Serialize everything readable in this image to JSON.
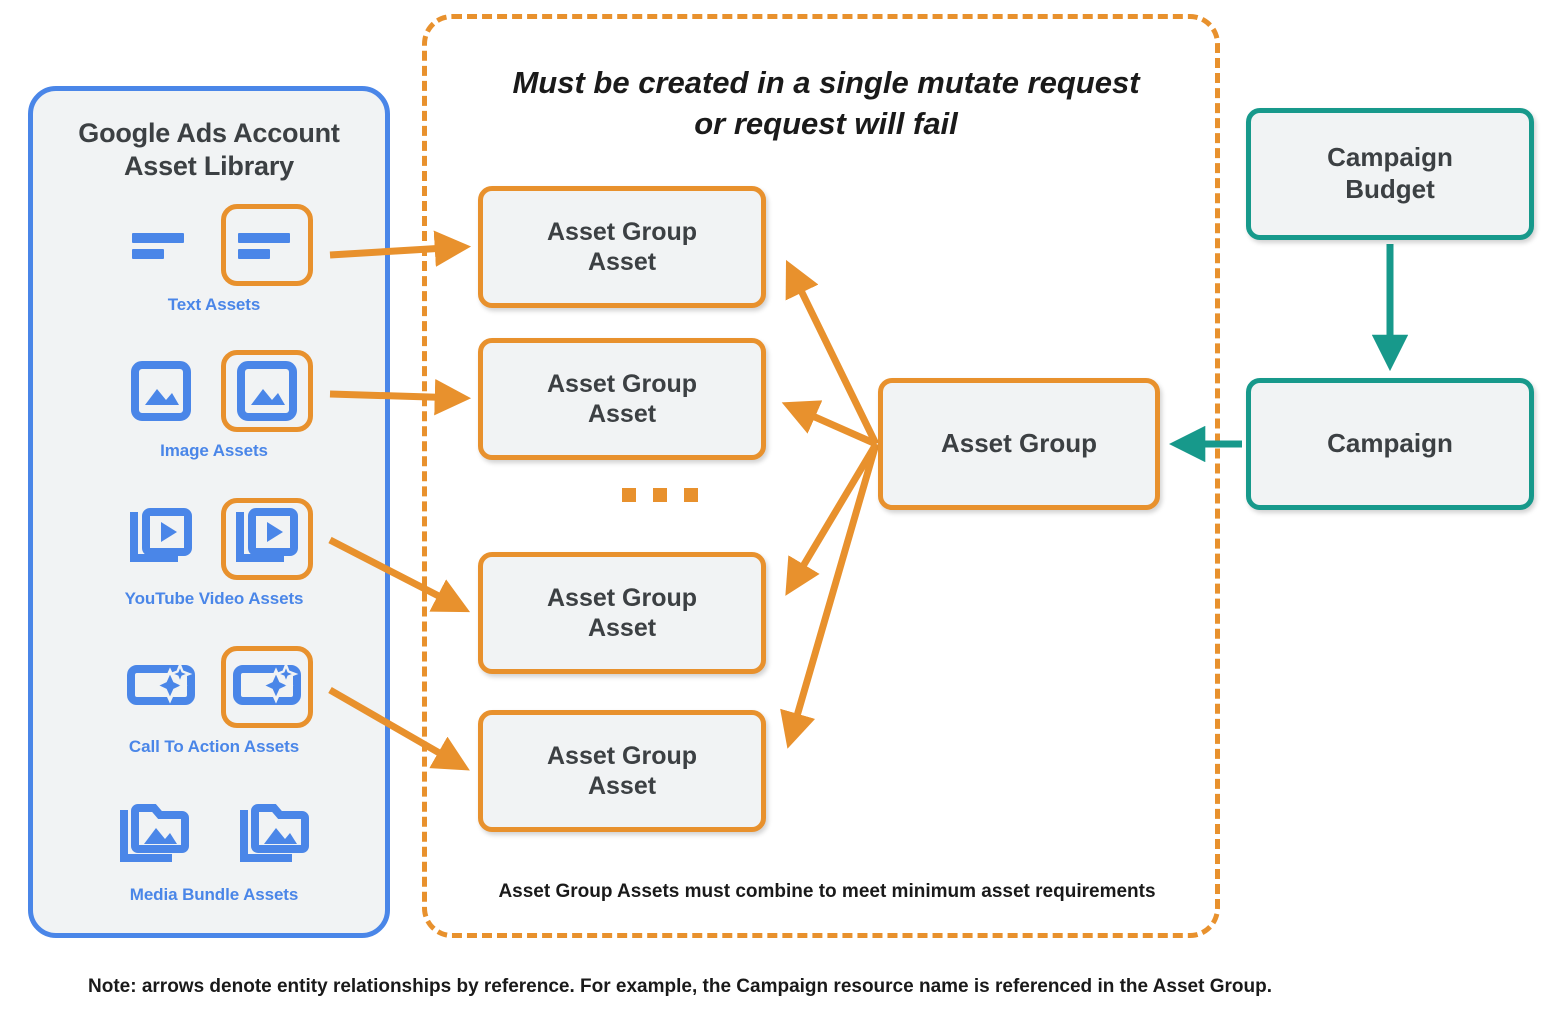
{
  "library": {
    "title": "Google Ads Account\nAsset Library",
    "title_line1": "Google Ads Account",
    "title_line2": "Asset Library",
    "border_color": "#4A86E8",
    "fill_color": "#F1F3F4",
    "assets": [
      {
        "label": "Text Assets",
        "icon": "text-asset-icon",
        "highlighted_index": 1,
        "count": 2
      },
      {
        "label": "Image Assets",
        "icon": "image-asset-icon",
        "highlighted_index": 1,
        "count": 2
      },
      {
        "label": "YouTube Video  Assets",
        "icon": "youtube-video-asset-icon",
        "highlighted_index": 1,
        "count": 2
      },
      {
        "label": "Call To Action Assets",
        "icon": "call-to-action-asset-icon",
        "highlighted_index": 1,
        "count": 2
      },
      {
        "label": "Media Bundle  Assets",
        "icon": "media-bundle-asset-icon",
        "highlighted_index": -1,
        "count": 2
      }
    ]
  },
  "mutate_container": {
    "header_line1": "Must be created in a single mutate request",
    "header_line2": "or request will fail",
    "footer": "Asset Group Assets must combine to meet minimum asset requirements",
    "border_color": "#E8912D",
    "border_style": "dashed"
  },
  "nodes": {
    "asset_group_assets": [
      {
        "line1": "Asset Group",
        "line2": "Asset"
      },
      {
        "line1": "Asset Group",
        "line2": "Asset"
      },
      {
        "line1": "Asset Group",
        "line2": "Asset"
      },
      {
        "line1": "Asset Group",
        "line2": "Asset"
      }
    ],
    "asset_group": "Asset Group",
    "campaign_budget_line1": "Campaign",
    "campaign_budget_line2": "Budget",
    "campaign": "Campaign"
  },
  "ellipsis": "▪ ▪ ▪",
  "footer_note": "Note: arrows denote entity relationships by reference. For example, the Campaign resource name is referenced in the Asset Group.",
  "colors": {
    "orange": "#E8912D",
    "teal": "#17998B",
    "blue": "#4A86E8",
    "node_fill": "#F1F3F4",
    "text_dark": "#3C4043"
  }
}
